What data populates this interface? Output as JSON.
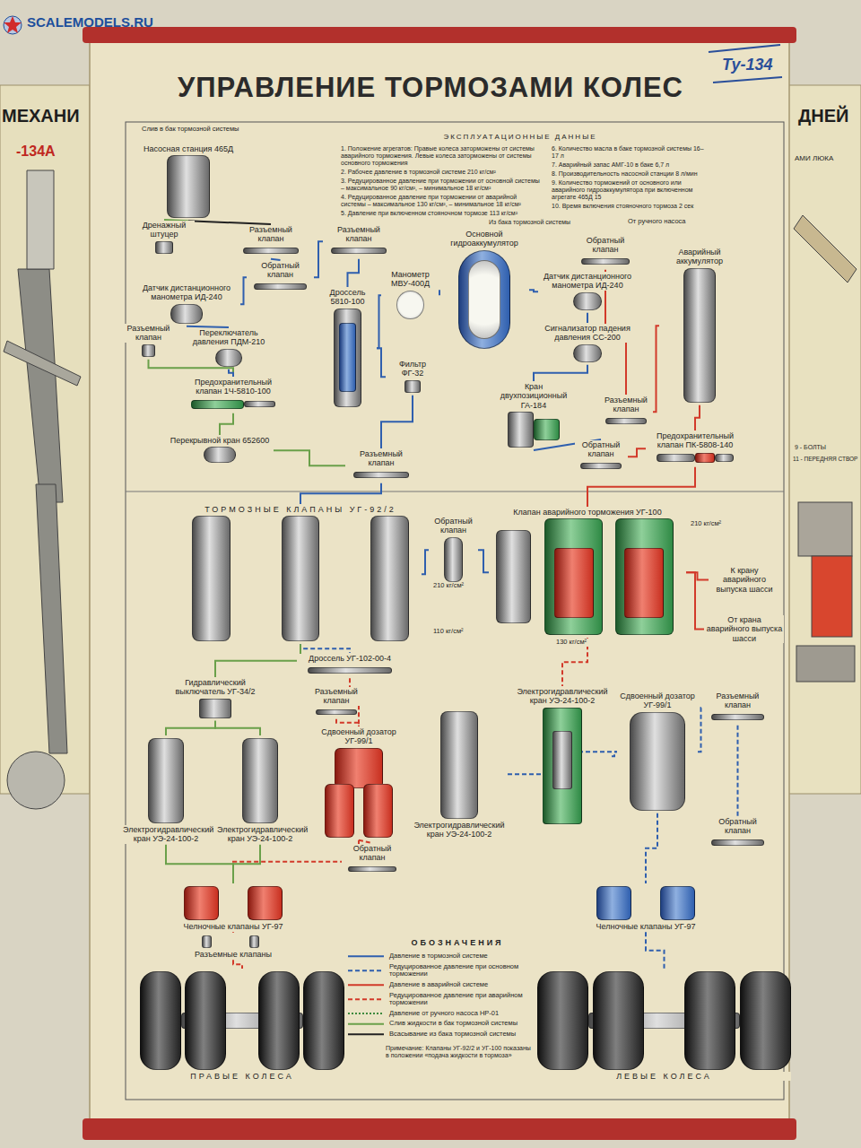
{
  "diagram": {
    "title": "УПРАВЛЕНИЕ ТОРМОЗАМИ КОЛЕС",
    "nodes": [
      {
        "text": [
          "Насосная станция 465Д"
        ]
      },
      {
        "text": [
          "Дренажный штуцер"
        ]
      },
      {
        "text": [
          "Разъемный клапан"
        ]
      },
      {
        "text": [
          "Обратный клапан"
        ]
      },
      {
        "text": [
          "Датчик дистанционного манометра ИД-240"
        ]
      },
      {
        "text": [
          "Разъемный клапан"
        ]
      },
      {
        "text": [
          "Переключатель давления ПДМ-210"
        ]
      },
      {
        "text": [
          "Предохранительный клапан 1Ч-5810-100"
        ]
      },
      {
        "text": [
          "Перекрывной кран 652600"
        ]
      },
      {
        "text": [
          "Разъемный клапан"
        ]
      },
      {
        "text": [
          "Основной гидроаккумулятор"
        ]
      },
      {
        "text": [
          "Манометр МВУ-400Д"
        ]
      },
      {
        "text": [
          "Дроссель 5810-100"
        ]
      },
      {
        "text": [
          "Фильтр ФГ-32"
        ]
      },
      {
        "text": [
          "Датчик дистанционного манометра ИД-240"
        ]
      },
      {
        "text": [
          "Сигнализатор падения давления СС-200"
        ]
      },
      {
        "text": [
          "Кран двухпозиционный ГА-184"
        ]
      },
      {
        "text": [
          "Обратный клапан"
        ]
      },
      {
        "text": [
          "Аварийный аккумулятор"
        ]
      },
      {
        "text": [
          "Разъемный клапан"
        ]
      },
      {
        "text": [
          "Обратный клапан"
        ]
      },
      {
        "text": [
          "Предохранительный клапан ПК-5808-140"
        ]
      },
      {
        "text": [
          "Разъемный клапан"
        ]
      },
      {
        "text": [
          "ТОРМОЗНЫЕ КЛАПАНЫ УГ-92/2"
        ]
      },
      {
        "text": [
          "Обратный клапан"
        ]
      },
      {
        "text": [
          "Клапан аварийного торможения УГ-100"
        ]
      },
      {
        "text": [
          "К крану аварийного выпуска шасси"
        ]
      },
      {
        "text": [
          "От крана аварийного выпуска шасси"
        ]
      },
      {
        "text": [
          "Дроссель УГ-102-00-4"
        ]
      },
      {
        "text": [
          "Гидравлический выключатель УГ-34/2"
        ]
      },
      {
        "text": [
          "Электрогидравлический кран УЭ-24-100-2"
        ]
      },
      {
        "text": [
          "Электрогидравлический кран УЭ-24-100-2"
        ]
      },
      {
        "text": [
          "Разъемный клапан"
        ]
      },
      {
        "text": [
          "Сдвоенный дозатор УГ-99/1"
        ]
      },
      {
        "text": [
          "Обратный клапан"
        ]
      },
      {
        "text": [
          "Электрогидравлический кран УЭ-24-100-2"
        ]
      },
      {
        "text": [
          "Электрогидравлический кран УЭ-24-100-2"
        ]
      },
      {
        "text": [
          "Сдвоенный дозатор УГ-99/1"
        ]
      },
      {
        "text": [
          "Разъемный клапан"
        ]
      },
      {
        "text": [
          "Обратный клапан"
        ]
      },
      {
        "text": [
          "Челночные клапаны УГ-97"
        ]
      },
      {
        "text": [
          "Разъемные клапаны"
        ]
      },
      {
        "text": [
          "Челночные клапаны УГ-97"
        ]
      },
      {
        "text": [
          "ПРАВЫЕ КОЛЕСА"
        ]
      },
      {
        "text": [
          "ЛЕВЫЕ КОЛЕСА"
        ]
      }
    ],
    "edges": [
      {
        "from": 0,
        "to": 1,
        "arrow": "none"
      },
      {
        "from": 0,
        "to": 2,
        "arrow": "none"
      },
      {
        "from": 2,
        "to": 3,
        "arrow": "none"
      },
      {
        "from": 3,
        "to": 4,
        "arrow": "none"
      },
      {
        "from": 4,
        "to": 6,
        "arrow": "none"
      },
      {
        "from": 5,
        "to": 7,
        "arrow": "none"
      },
      {
        "from": 6,
        "to": 7,
        "arrow": "none"
      },
      {
        "from": 7,
        "to": 8,
        "arrow": "none"
      },
      {
        "from": 3,
        "to": 9,
        "arrow": "none"
      },
      {
        "from": 9,
        "to": 12,
        "arrow": "none"
      },
      {
        "from": 12,
        "to": 11,
        "arrow": "none"
      },
      {
        "from": 12,
        "to": 13,
        "arrow": "none"
      },
      {
        "from": 11,
        "to": 10,
        "arrow": "none"
      },
      {
        "from": 10,
        "to": 14,
        "arrow": "none"
      },
      {
        "from": 14,
        "to": 15,
        "arrow": "none"
      },
      {
        "from": 15,
        "to": 16,
        "arrow": "none"
      },
      {
        "from": 16,
        "to": 20,
        "arrow": "none"
      },
      {
        "from": 17,
        "to": 19,
        "arrow": "none"
      },
      {
        "from": 19,
        "to": 18,
        "arrow": "none"
      },
      {
        "from": 18,
        "to": 21,
        "arrow": "none"
      },
      {
        "from": 20,
        "to": 21,
        "arrow": "none"
      },
      {
        "from": 13,
        "to": 22,
        "arrow": "none"
      },
      {
        "from": 22,
        "to": 23,
        "arrow": "none"
      },
      {
        "from": 23,
        "to": 24,
        "arrow": "none"
      },
      {
        "from": 24,
        "to": 25,
        "arrow": "none"
      },
      {
        "from": 21,
        "to": 25,
        "arrow": "none"
      },
      {
        "from": 25,
        "to": 26,
        "arrow": "none"
      },
      {
        "from": 27,
        "to": 25,
        "arrow": "none"
      },
      {
        "from": 23,
        "to": 28,
        "arrow": "none"
      },
      {
        "from": 28,
        "to": 33,
        "arrow": "none"
      },
      {
        "from": 32,
        "to": 33,
        "arrow": "none"
      },
      {
        "from": 33,
        "to": 34,
        "arrow": "none"
      },
      {
        "from": 33,
        "to": 40,
        "arrow": "none"
      },
      {
        "from": 40,
        "to": 41,
        "arrow": "none"
      },
      {
        "from": 41,
        "to": 43,
        "arrow": "none"
      },
      {
        "from": 23,
        "to": 29,
        "arrow": "none"
      },
      {
        "from": 29,
        "to": 30,
        "arrow": "none"
      },
      {
        "from": 29,
        "to": 31,
        "arrow": "none"
      },
      {
        "from": 31,
        "to": 40,
        "arrow": "none"
      },
      {
        "from": 30,
        "to": 40,
        "arrow": "none"
      },
      {
        "from": 25,
        "to": 36,
        "arrow": "none"
      },
      {
        "from": 35,
        "to": 37,
        "arrow": "none"
      },
      {
        "from": 36,
        "to": 37,
        "arrow": "none"
      },
      {
        "from": 37,
        "to": 38,
        "arrow": "none"
      },
      {
        "from": 38,
        "to": 39,
        "arrow": "none"
      },
      {
        "from": 37,
        "to": 42,
        "arrow": "none"
      },
      {
        "from": 42,
        "to": 44,
        "arrow": "none"
      },
      {
        "from": 8,
        "to": 22,
        "arrow": "none"
      }
    ],
    "labels": [
      "SCALEMODELS.RU",
      "Ту-134",
      "МЕХАНИ",
      "-134А",
      "ДНЕЙ",
      "АМИ ЛЮКА",
      "9 - БОЛТЫ",
      "11 - ПЕРЕДНЯЯ СТВОР",
      "Слив в бак тормозной системы",
      "ЭКСПЛУАТАЦИОННЫЕ ДАННЫЕ",
      "1. Положение агрегатов: Правые колеса заторможены от системы аварийного торможения. Левые колеса заторможены от системы основного торможения",
      "2. Рабочее давление в тормозной системе 210 кг/см²",
      "3. Редуцированное давление при торможении от основной системы – максимальное 90 кг/см², – минимальное 18 кг/см²",
      "4. Редуцированное давление при торможении от аварийной системы – максимальное 130 кг/см², – минимальное 18 кг/см²",
      "5. Давление при включенном стояночном тормозе 113 кг/см²",
      "6. Количество масла в баке тормозной системы 16–17 л",
      "7. Аварийный запас АМГ-10 в баке 6,7 л",
      "8. Производительность насосной станции 8 л/мин",
      "9. Количество торможений от основного или аварийного гидроаккумулятора при включенном агрегате 465Д 15",
      "10. Время включения стояночного тормоза 2 сек",
      "Из бака тормозной системы",
      "От ручного насоса",
      "210 кг/см²",
      "210 кг/см²",
      "110 кг/см²",
      "130 кг/см²",
      "ОБОЗНАЧЕНИЯ",
      "Примечание: Клапаны УГ-92/2 и УГ-100 показаны в положении «подача жидкости в тормоза»"
    ],
    "legend": [
      {
        "text": "Давление в тормозной системе"
      },
      {
        "text": "Редуцированное давление при основном торможении"
      },
      {
        "text": "Давление в аварийной системе"
      },
      {
        "text": "Редуцированное давление при аварийном торможении"
      },
      {
        "text": "Давление от ручного насоса НР-01"
      },
      {
        "text": "Слив жидкости в бак тормозной системы"
      },
      {
        "text": "Всасывание из бака тормозной системы"
      }
    ]
  }
}
